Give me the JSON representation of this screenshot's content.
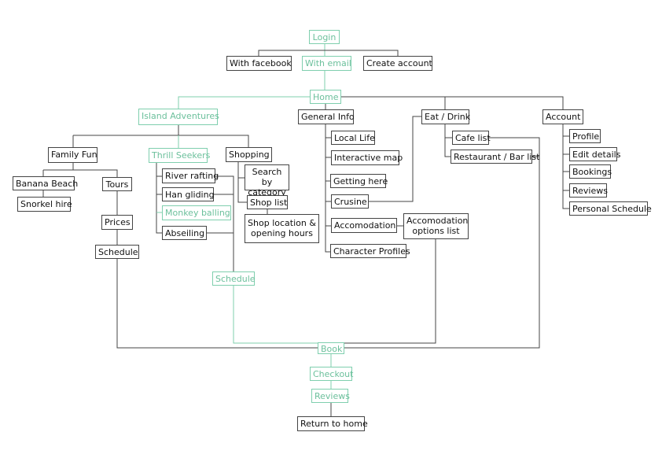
{
  "colors": {
    "primary_stroke": "#444444",
    "accent": "#7fcfae",
    "accent_text": "#6cc09c",
    "background": "#ffffff"
  },
  "nodes": {
    "login": "Login",
    "with_facebook": "With facebook",
    "with_email": "With email",
    "create_account": "Create account",
    "home": "Home",
    "island_adventures": "Island Adventures",
    "general_info": "General Info",
    "eat_drink": "Eat / Drink",
    "account": "Account",
    "family_fun": "Family Fun",
    "thrill_seekers": "Thrill Seekers",
    "shopping": "Shopping",
    "banana_beach": "Banana Beach",
    "snorkel_hire": "Snorkel hire",
    "tours": "Tours",
    "prices": "Prices",
    "schedule_family": "Schedule",
    "river_rafting": "River rafting",
    "han_gliding": "Han gliding",
    "monkey_balling": "Monkey balling",
    "abseiling": "Abseiling",
    "schedule_thrill": "Schedule",
    "search_by_category": "Search by category",
    "shop_list": "Shop list",
    "shop_location": "Shop location & opening hours",
    "local_life": "Local Life",
    "interactive_map": "Interactive map",
    "getting_here": "Getting here",
    "crusine": "Crusine",
    "accomodation": "Accomodation",
    "accomodation_options": "Accomodation options list",
    "character_profiles": "Character  Profiles",
    "cafe_list": "Cafe list",
    "restaurant_bar_list": "Restaurant / Bar list",
    "profile": "Profile",
    "edit_details": "Edit details",
    "bookings": "Bookings",
    "reviews_account": "Reviews",
    "personal_schedule": "Personal Schedule",
    "book": "Book",
    "checkout": "Checkout",
    "reviews_flow": "Reviews",
    "return_to_home": "Return to home"
  }
}
